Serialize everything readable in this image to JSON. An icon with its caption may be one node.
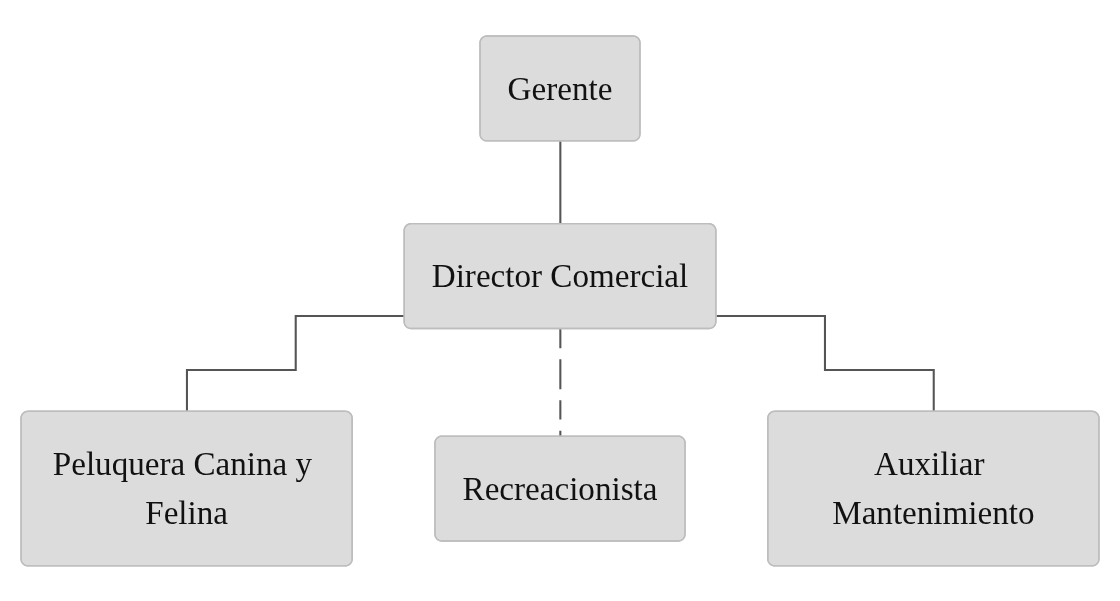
{
  "diagram": {
    "nodes": [
      {
        "text": [
          "Gerente"
        ]
      },
      {
        "text": [
          "Director Comercial"
        ]
      },
      {
        "text": [
          "Peluquera Canina y Felina"
        ]
      },
      {
        "text": [
          "Recreacionista"
        ]
      },
      {
        "text": [
          "Auxiliar Mantenimiento"
        ]
      }
    ],
    "edges": [
      {
        "from": 0,
        "to": 1,
        "arrow": "none"
      },
      {
        "from": 1,
        "to": 2,
        "arrow": "none"
      },
      {
        "from": 1,
        "to": 3,
        "arrow": "none",
        "style": "dashed"
      },
      {
        "from": 1,
        "to": 4,
        "arrow": "none"
      }
    ]
  }
}
